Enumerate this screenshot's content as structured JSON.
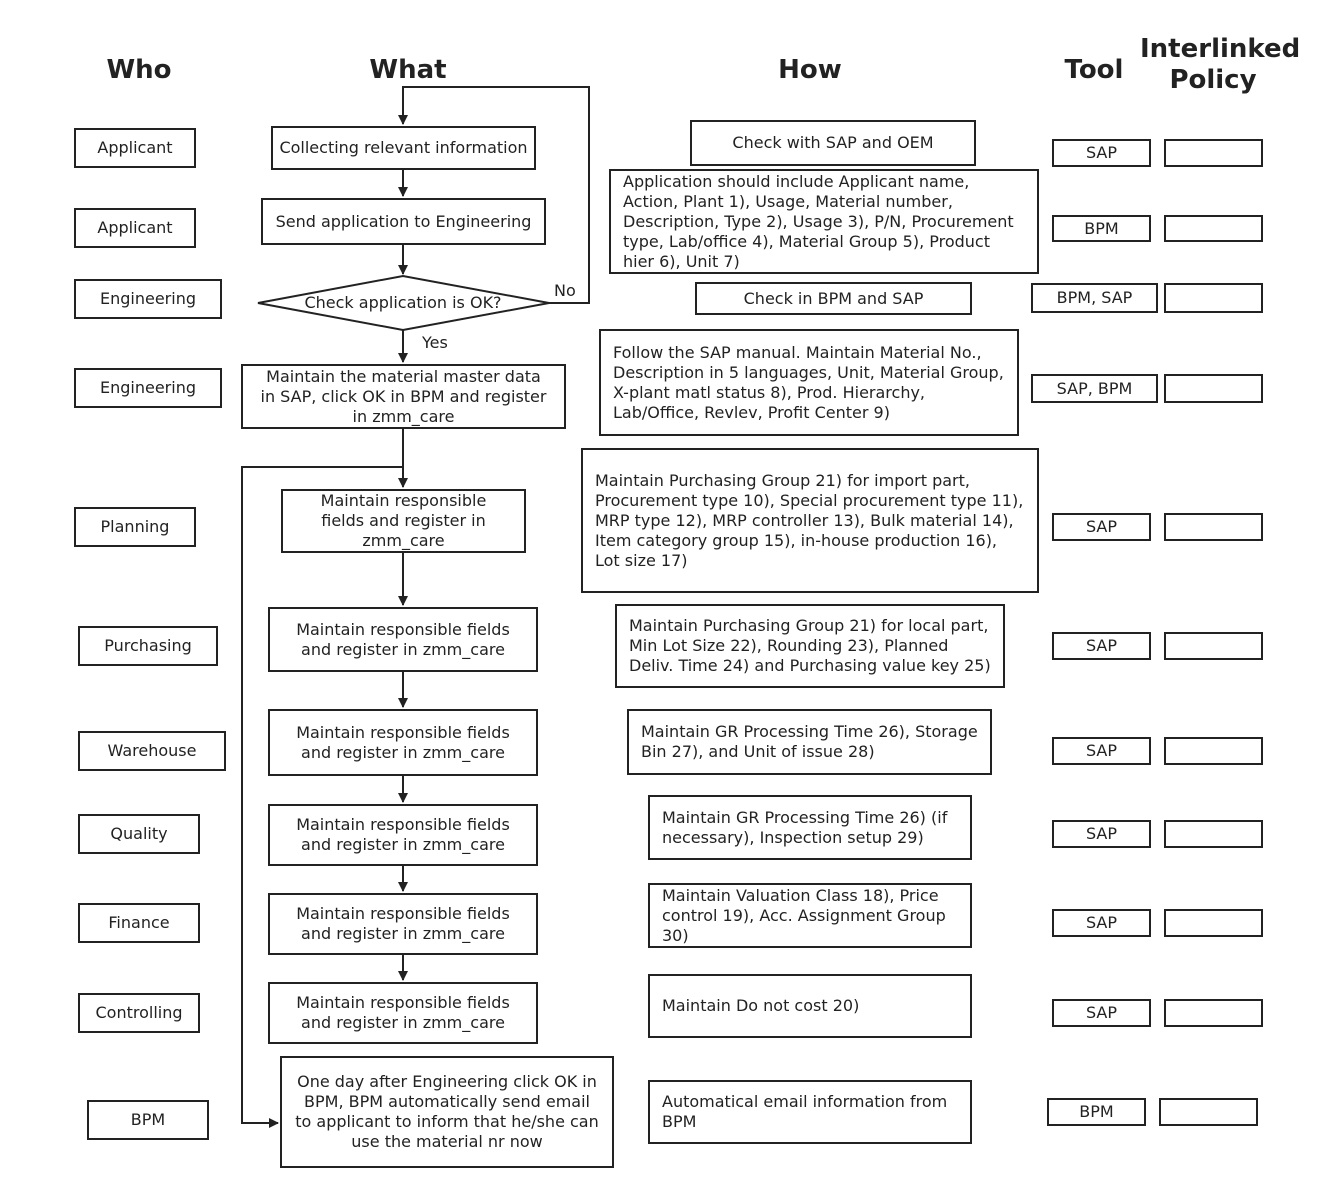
{
  "headers": {
    "who": "Who",
    "what": "What",
    "how": "How",
    "tool": "Tool",
    "policy": "Interlinked\nPolicy"
  },
  "who": [
    "Applicant",
    "Applicant",
    "Engineering",
    "Engineering",
    "Planning",
    "Purchasing",
    "Warehouse",
    "Quality",
    "Finance",
    "Controlling",
    "BPM"
  ],
  "what": {
    "collect": "Collecting relevant information",
    "send": "Send application to Engineering",
    "check": "Check application is OK?",
    "no": "No",
    "yes": "Yes",
    "maintain_master": "Maintain the material master data in SAP, click OK in BPM and register in zmm_care",
    "planning": "Maintain responsible fields and register in zmm_care",
    "purchasing": "Maintain responsible fields and register in zmm_care",
    "warehouse": "Maintain responsible fields and register in zmm_care",
    "quality": "Maintain responsible fields and register in zmm_care",
    "finance": "Maintain responsible fields and register in zmm_care",
    "controlling": "Maintain responsible fields and register in zmm_care",
    "bpm": "One day after Engineering click OK in BPM, BPM automatically send email to applicant to inform that he/she can use the material nr now"
  },
  "how": [
    "Check with SAP and OEM",
    "Application should include Applicant name, Action, Plant 1), Usage, Material number, Description, Type 2), Usage 3), P/N, Procurement type, Lab/office 4), Material Group 5), Product hier 6), Unit 7)",
    "Check in BPM and SAP",
    "Follow the SAP manual. Maintain Material No., Description in 5 languages, Unit, Material Group, X-plant matl status 8), Prod. Hierarchy, Lab/Office, Revlev, Profit Center 9)",
    "Maintain Purchasing Group 21) for import part, Procurement type 10), Special procurement type 11), MRP type 12), MRP controller 13), Bulk material 14), Item category group 15), in-house production 16), Lot size 17)",
    "Maintain Purchasing Group 21) for local part, Min Lot Size 22), Rounding 23), Planned Deliv. Time 24) and Purchasing value key 25)",
    "Maintain GR Processing Time 26), Storage Bin 27), and Unit of issue 28)",
    "Maintain GR Processing Time 26) (if necessary), Inspection setup 29)",
    "Maintain Valuation Class 18), Price control 19), Acc. Assignment Group 30)",
    "Maintain Do not cost 20)",
    "Automatical email information from BPM"
  ],
  "tool": [
    "SAP",
    "BPM",
    "BPM, SAP",
    "SAP, BPM",
    "SAP",
    "SAP",
    "SAP",
    "SAP",
    "SAP",
    "SAP",
    "BPM"
  ],
  "policy": [
    "",
    "",
    "",
    "",
    "",
    "",
    "",
    "",
    "",
    "",
    ""
  ]
}
